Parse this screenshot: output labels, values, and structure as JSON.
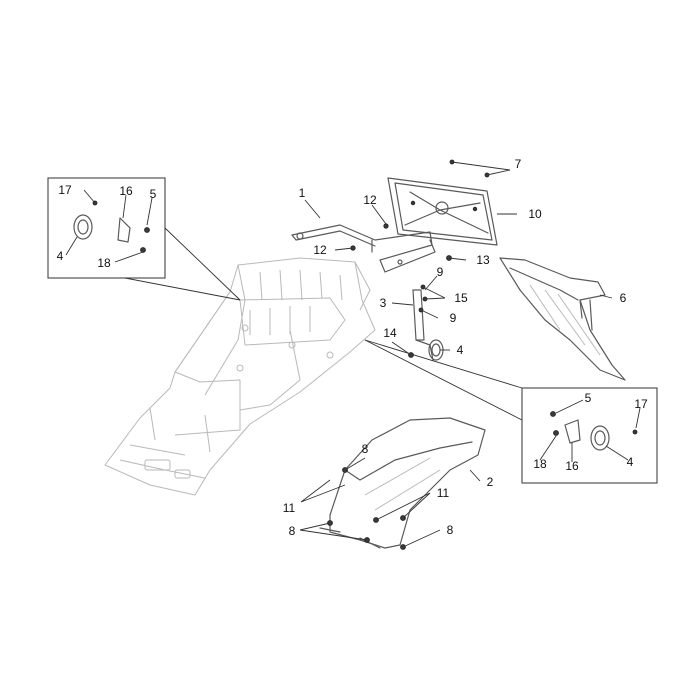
{
  "callouts": {
    "c1": "1",
    "c2": "2",
    "c3": "3",
    "c4": "4",
    "c5": "5",
    "c6": "6",
    "c7": "7",
    "c8": "8",
    "c9": "9",
    "c10": "10",
    "c11": "11",
    "c12": "12",
    "c13": "13",
    "c14": "14",
    "c15": "15",
    "c16": "16",
    "c17": "17",
    "c18": "18"
  },
  "colors": {
    "line": "#5a5a5a",
    "ghost": "#b9b9b9",
    "text": "#111111"
  }
}
